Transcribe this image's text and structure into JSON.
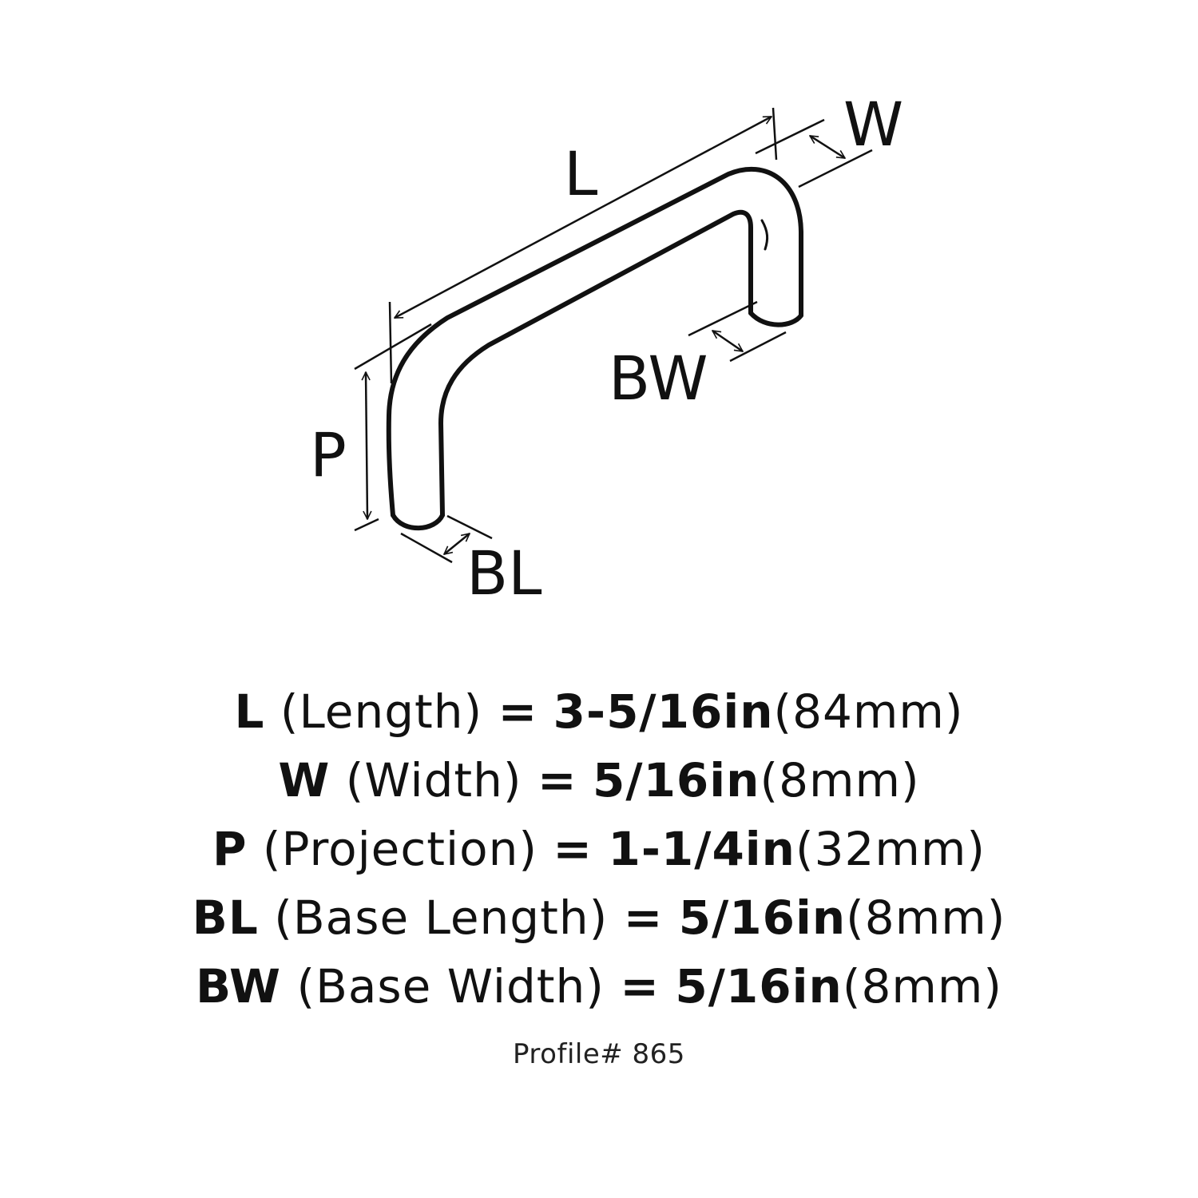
{
  "diagram": {
    "labels": {
      "L": "L",
      "W": "W",
      "P": "P",
      "BL": "BL",
      "BW": "BW"
    },
    "line_color": "#111111"
  },
  "specs": [
    {
      "code": "L",
      "name": "(Length)",
      "eq": "=",
      "imperial": "3-5/16in",
      "metric": "(84mm)"
    },
    {
      "code": "W",
      "name": "(Width)",
      "eq": "=",
      "imperial": "5/16in",
      "metric": "(8mm)"
    },
    {
      "code": "P",
      "name": "(Projection)",
      "eq": "=",
      "imperial": "1-1/4in",
      "metric": "(32mm)"
    },
    {
      "code": "BL",
      "name": "(Base Length)",
      "eq": "=",
      "imperial": "5/16in",
      "metric": "(8mm)"
    },
    {
      "code": "BW",
      "name": "(Base Width)",
      "eq": "=",
      "imperial": "5/16in",
      "metric": "(8mm)"
    }
  ],
  "profile": "Profile# 865"
}
